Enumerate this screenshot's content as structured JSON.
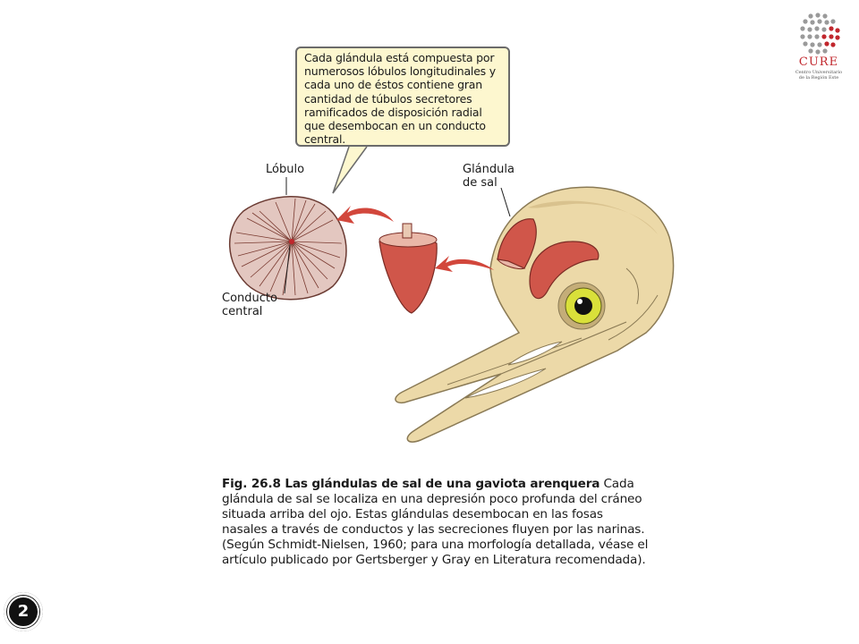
{
  "slide": {
    "number": "2"
  },
  "logo": {
    "title": "CURE",
    "subtitle_line1": "Centro Universitario",
    "subtitle_line2": "de la Región Este",
    "dot_color": "#c1272d",
    "dot_gray": "#9a9a9a"
  },
  "figure": {
    "callout_text": "Cada glándula está compuesta por numerosos lóbulos longitudinales y cada uno de éstos contiene gran cantidad de túbulos secretores ramificados de disposición radial que desembocan en un conducto central.",
    "label_lobulo": "Lóbulo",
    "label_glandula_line1": "Glándula",
    "label_glandula_line2": "de sal",
    "label_conducto_line1": "Conducto",
    "label_conducto_line2": "central",
    "colors": {
      "gland": "#d0564a",
      "arrow": "#d2473c",
      "skull": "#ecd9a8",
      "eye": "#d9e03a",
      "lobule": "#e3c7c0"
    }
  },
  "caption": {
    "title": "Fig. 26.8 Las glándulas de sal de una gaviota arenquera",
    "body": " Cada glándula de sal se localiza en una depresión poco profunda del cráneo situada arriba del ojo. Estas glándulas desembocan en las fosas nasales a través de conductos y las secreciones fluyen por las narinas. (Según Schmidt-Nielsen, 1960; para una morfología detallada, véase el artículo publicado por Gertsberger y Gray en Literatura recomendada)."
  }
}
